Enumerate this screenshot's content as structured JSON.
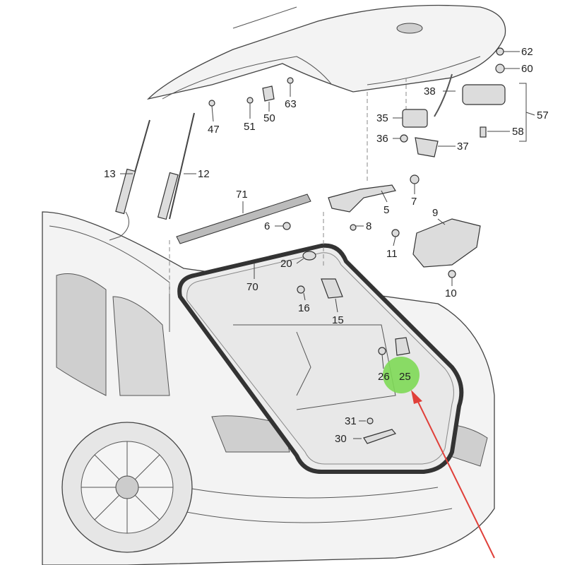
{
  "callouts": [
    {
      "id": "62",
      "text": "62"
    },
    {
      "id": "60",
      "text": "60"
    },
    {
      "id": "38",
      "text": "38"
    },
    {
      "id": "57",
      "text": "57"
    },
    {
      "id": "35",
      "text": "35"
    },
    {
      "id": "36",
      "text": "36"
    },
    {
      "id": "37",
      "text": "37"
    },
    {
      "id": "58",
      "text": "58"
    },
    {
      "id": "47",
      "text": "47"
    },
    {
      "id": "51",
      "text": "51"
    },
    {
      "id": "50",
      "text": "50"
    },
    {
      "id": "63",
      "text": "63"
    },
    {
      "id": "13",
      "text": "13"
    },
    {
      "id": "12",
      "text": "12"
    },
    {
      "id": "71",
      "text": "71"
    },
    {
      "id": "7",
      "text": "7"
    },
    {
      "id": "5",
      "text": "5"
    },
    {
      "id": "9",
      "text": "9"
    },
    {
      "id": "6",
      "text": "6"
    },
    {
      "id": "8",
      "text": "8"
    },
    {
      "id": "11",
      "text": "11"
    },
    {
      "id": "20",
      "text": "20"
    },
    {
      "id": "70",
      "text": "70"
    },
    {
      "id": "10",
      "text": "10"
    },
    {
      "id": "16",
      "text": "16"
    },
    {
      "id": "15",
      "text": "15"
    },
    {
      "id": "26",
      "text": "26"
    },
    {
      "id": "25",
      "text": "25"
    },
    {
      "id": "31",
      "text": "31"
    },
    {
      "id": "30",
      "text": "30"
    }
  ],
  "colors": {
    "highlight": "#7ed957",
    "arrow": "#e0403a",
    "line": "#444444"
  }
}
